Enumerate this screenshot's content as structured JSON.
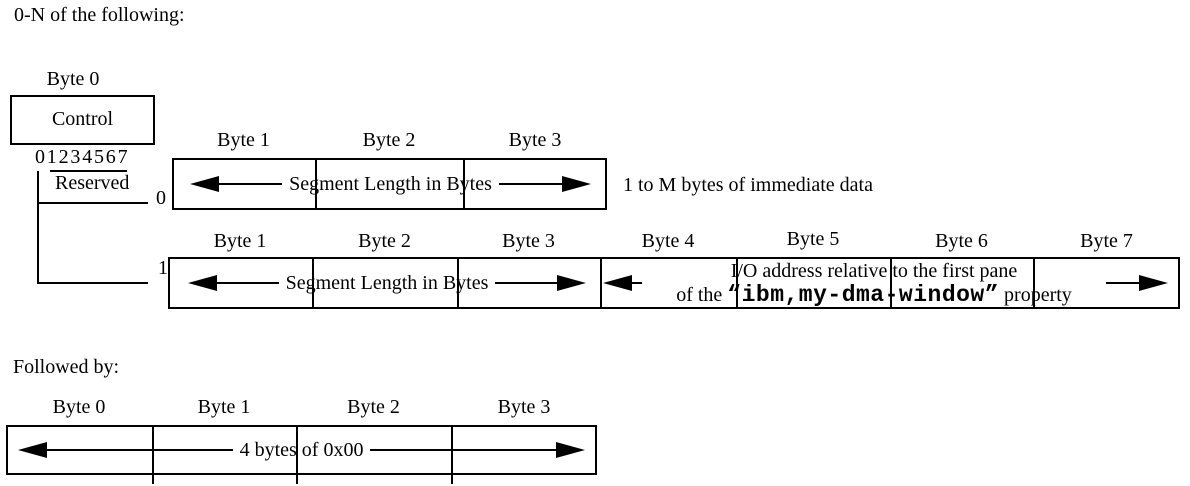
{
  "title": "0-N of the following:",
  "control": {
    "byte_label": "Byte 0",
    "name": "Control",
    "bits": "01234567",
    "reserved": "Reserved",
    "bit0_value_immediate": "0",
    "bit0_value_io": "1"
  },
  "immediate_row": {
    "byte_labels": [
      "Byte 1",
      "Byte 2",
      "Byte 3"
    ],
    "field": "Segment Length in Bytes",
    "note": "1 to M bytes of immediate data"
  },
  "io_row": {
    "byte_labels": [
      "Byte 1",
      "Byte 2",
      "Byte 3",
      "Byte 4",
      "Byte 5",
      "Byte 6",
      "Byte 7"
    ],
    "segment_field": "Segment Length in Bytes",
    "io_line1": "I/O address relative to the first pane",
    "io_line2_prefix": "of the ",
    "io_property": "“ibm,my-dma-window”",
    "io_line2_suffix": " property"
  },
  "followed_by": {
    "label": "Followed by:",
    "byte_labels": [
      "Byte 0",
      "Byte 1",
      "Byte 2",
      "Byte 3"
    ],
    "field": "4 bytes of 0x00"
  }
}
